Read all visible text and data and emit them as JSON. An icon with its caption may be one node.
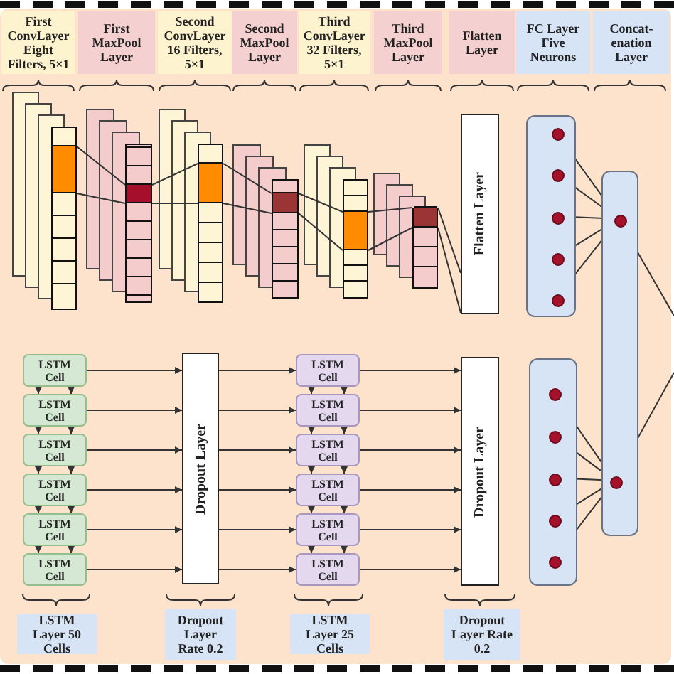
{
  "diagram": {
    "nodes": [
      {
        "text": [],
        "shape": "bar"
      },
      {
        "text": [],
        "shape": "bar"
      },
      {
        "text": [],
        "shape": "bar"
      },
      {
        "text": [],
        "shape": "bar"
      },
      {
        "text": [],
        "shape": "bar"
      },
      {
        "text": [],
        "shape": "bar"
      },
      {
        "text": [
          "Flatten Layer"
        ]
      },
      {
        "text": [],
        "shape": "box"
      },
      {
        "text": [],
        "shape": "circle",
        "in": 7
      },
      {
        "text": [],
        "shape": "circle",
        "in": 7
      },
      {
        "text": [],
        "shape": "circle",
        "in": 7
      },
      {
        "text": [],
        "shape": "circle",
        "in": 7
      },
      {
        "text": [],
        "shape": "circle",
        "in": 7
      },
      {
        "text": [],
        "shape": "box"
      },
      {
        "text": [],
        "shape": "circle",
        "in": 13
      },
      {
        "text": [],
        "shape": "circle",
        "in": 13
      },
      {
        "text": [
          "LSTM Cell"
        ]
      },
      {
        "text": [
          "LSTM Cell"
        ]
      },
      {
        "text": [
          "LSTM Cell"
        ]
      },
      {
        "text": [
          "LSTM Cell"
        ]
      },
      {
        "text": [
          "LSTM Cell"
        ]
      },
      {
        "text": [
          "LSTM Cell"
        ]
      },
      {
        "text": [
          "Dropout Layer"
        ]
      },
      {
        "text": [
          "LSTM Cell"
        ]
      },
      {
        "text": [
          "LSTM Cell"
        ]
      },
      {
        "text": [
          "LSTM Cell"
        ]
      },
      {
        "text": [
          "LSTM Cell"
        ]
      },
      {
        "text": [
          "LSTM Cell"
        ]
      },
      {
        "text": [
          "LSTM Cell"
        ]
      },
      {
        "text": [
          "Dropout Layer"
        ]
      },
      {
        "text": [],
        "shape": "box"
      },
      {
        "text": [],
        "shape": "circle",
        "in": 30
      },
      {
        "text": [],
        "shape": "circle",
        "in": 30
      },
      {
        "text": [],
        "shape": "circle",
        "in": 30
      },
      {
        "text": [],
        "shape": "circle",
        "in": 30
      },
      {
        "text": [],
        "shape": "circle",
        "in": 30
      }
    ],
    "edges": [
      {
        "from": 0,
        "to": 1,
        "arrow": "none"
      },
      {
        "from": 0,
        "to": 1,
        "arrow": "none"
      },
      {
        "from": 1,
        "to": 2,
        "arrow": "none"
      },
      {
        "from": 1,
        "to": 2,
        "arrow": "none"
      },
      {
        "from": 2,
        "to": 3,
        "arrow": "none"
      },
      {
        "from": 2,
        "to": 3,
        "arrow": "none"
      },
      {
        "from": 3,
        "to": 4,
        "arrow": "none"
      },
      {
        "from": 3,
        "to": 4,
        "arrow": "none"
      },
      {
        "from": 4,
        "to": 5,
        "arrow": "none"
      },
      {
        "from": 4,
        "to": 5,
        "arrow": "none"
      },
      {
        "from": 5,
        "to": 6,
        "arrow": "none"
      },
      {
        "from": 5,
        "to": 6,
        "arrow": "none"
      },
      {
        "from": 8,
        "to": 14,
        "arrow": "none"
      },
      {
        "from": 9,
        "to": 14,
        "arrow": "none"
      },
      {
        "from": 10,
        "to": 14,
        "arrow": "none"
      },
      {
        "from": 11,
        "to": 14,
        "arrow": "none"
      },
      {
        "from": 12,
        "to": 14,
        "arrow": "none"
      },
      {
        "from": 31,
        "to": 15,
        "arrow": "none"
      },
      {
        "from": 32,
        "to": 15,
        "arrow": "none"
      },
      {
        "from": 33,
        "to": 15,
        "arrow": "none"
      },
      {
        "from": 34,
        "to": 15,
        "arrow": "none"
      },
      {
        "from": 35,
        "to": 15,
        "arrow": "none"
      },
      {
        "from": 14,
        "to": null,
        "arrow": "none"
      },
      {
        "from": 15,
        "to": null,
        "arrow": "none"
      },
      {
        "from": 16,
        "to": 17,
        "arrow": "to"
      },
      {
        "from": 16,
        "to": 17,
        "arrow": "to"
      },
      {
        "from": 17,
        "to": 18,
        "arrow": "to"
      },
      {
        "from": 17,
        "to": 18,
        "arrow": "to"
      },
      {
        "from": 18,
        "to": 19,
        "arrow": "to"
      },
      {
        "from": 18,
        "to": 19,
        "arrow": "to"
      },
      {
        "from": 19,
        "to": 20,
        "arrow": "to"
      },
      {
        "from": 19,
        "to": 20,
        "arrow": "to"
      },
      {
        "from": 20,
        "to": 21,
        "arrow": "to"
      },
      {
        "from": 20,
        "to": 21,
        "arrow": "to"
      },
      {
        "from": 16,
        "to": 22,
        "arrow": "to"
      },
      {
        "from": 17,
        "to": 22,
        "arrow": "to"
      },
      {
        "from": 18,
        "to": 22,
        "arrow": "to"
      },
      {
        "from": 19,
        "to": 22,
        "arrow": "to"
      },
      {
        "from": 20,
        "to": 22,
        "arrow": "to"
      },
      {
        "from": 21,
        "to": 22,
        "arrow": "to"
      },
      {
        "from": 22,
        "to": 23,
        "arrow": "to"
      },
      {
        "from": 22,
        "to": 24,
        "arrow": "to"
      },
      {
        "from": 22,
        "to": 25,
        "arrow": "to"
      },
      {
        "from": 22,
        "to": 26,
        "arrow": "to"
      },
      {
        "from": 22,
        "to": 27,
        "arrow": "to"
      },
      {
        "from": 22,
        "to": 28,
        "arrow": "to"
      },
      {
        "from": 23,
        "to": 24,
        "arrow": "to"
      },
      {
        "from": 23,
        "to": 24,
        "arrow": "to"
      },
      {
        "from": 24,
        "to": 25,
        "arrow": "to"
      },
      {
        "from": 24,
        "to": 25,
        "arrow": "to"
      },
      {
        "from": 25,
        "to": 26,
        "arrow": "to"
      },
      {
        "from": 25,
        "to": 26,
        "arrow": "to"
      },
      {
        "from": 26,
        "to": 27,
        "arrow": "to"
      },
      {
        "from": 26,
        "to": 27,
        "arrow": "to"
      },
      {
        "from": 27,
        "to": 28,
        "arrow": "to"
      },
      {
        "from": 27,
        "to": 28,
        "arrow": "to"
      },
      {
        "from": 23,
        "to": 29,
        "arrow": "to"
      },
      {
        "from": 24,
        "to": 29,
        "arrow": "to"
      },
      {
        "from": 25,
        "to": 29,
        "arrow": "to"
      },
      {
        "from": 26,
        "to": 29,
        "arrow": "to"
      },
      {
        "from": 27,
        "to": 29,
        "arrow": "to"
      },
      {
        "from": 28,
        "to": 29,
        "arrow": "to"
      }
    ],
    "labels": [
      "First ConvLayer Eight Filters, 5×1",
      "First MaxPool Layer",
      "Second ConvLayer 16 Filters, 5×1",
      "Second MaxPool Layer",
      "Third ConvLayer 32 Filters, 5×1",
      "Third MaxPool Layer",
      "Flatten Layer",
      "FC Layer Five Neurons",
      "Concat- enation Layer",
      "LSTM Layer 50 Cells",
      "Dropout Layer Rate 0.2",
      "LSTM Layer 25 Cells",
      "Dropout Layer Rate 0.2"
    ]
  }
}
